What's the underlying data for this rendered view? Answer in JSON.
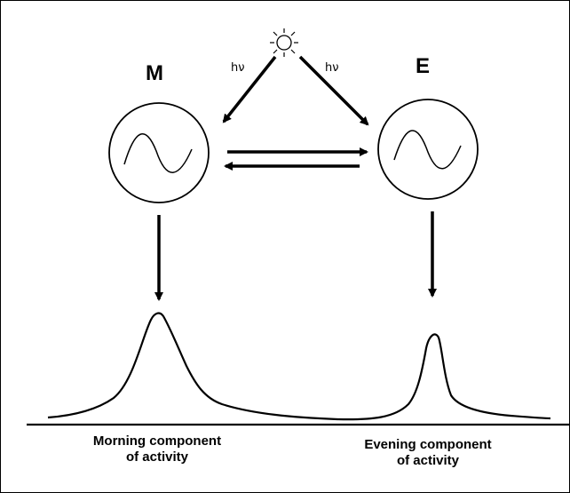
{
  "labels": {
    "morning_oscillator": "M",
    "evening_oscillator": "E",
    "light_left": "hν",
    "light_right": "hν"
  },
  "captions": {
    "morning_line1": "Morning component",
    "morning_line2": "of activity",
    "evening_line1": "Evening component",
    "evening_line2": "of activity"
  },
  "icons": {
    "light_source": "sun-icon",
    "oscillator_wave": "sine-wave-icon"
  }
}
